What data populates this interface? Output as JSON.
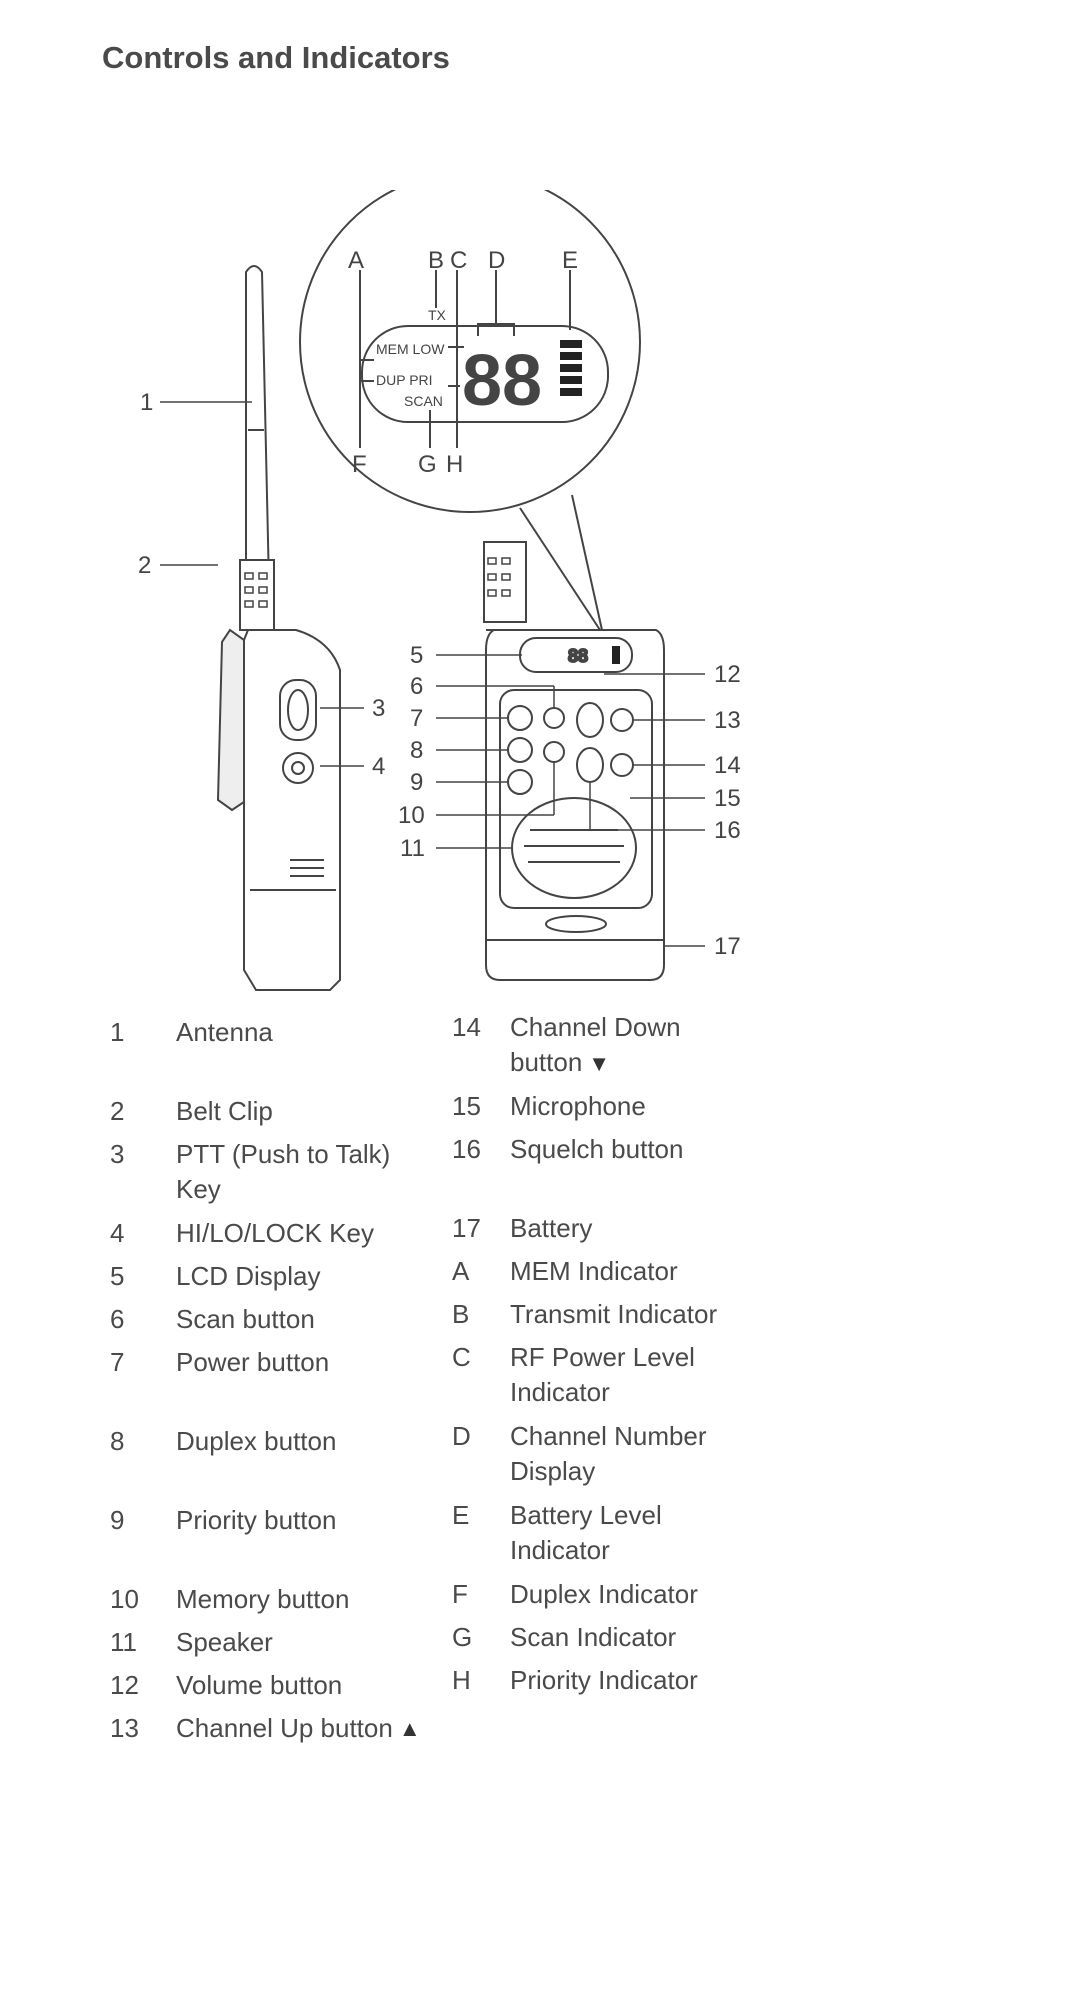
{
  "page": {
    "title": "Controls and Indicators"
  },
  "lcd": {
    "tx": "TX",
    "mem_low": "MEM LOW",
    "dup_pri": "DUP  PRI",
    "scan": "SCAN",
    "digits": "88",
    "letters": [
      "A",
      "B",
      "C",
      "D",
      "E",
      "F",
      "G",
      "H"
    ]
  },
  "callouts": {
    "left": [
      "1",
      "2",
      "3",
      "4"
    ],
    "middle": [
      "5",
      "6",
      "7",
      "8",
      "9",
      "10",
      "11"
    ],
    "right": [
      "12",
      "13",
      "14",
      "15",
      "16",
      "17"
    ]
  },
  "legend_left": [
    {
      "num": "1",
      "label": "Antenna"
    },
    {
      "num": "2",
      "label": "Belt Clip"
    },
    {
      "num": "3",
      "label": "PTT (Push to Talk) Key"
    },
    {
      "num": "4",
      "label": "HI/LO/LOCK Key"
    },
    {
      "num": "5",
      "label": "LCD Display"
    },
    {
      "num": "6",
      "label": "Scan button"
    },
    {
      "num": "7",
      "label": "Power button"
    },
    {
      "num": "8",
      "label": "Duplex button"
    },
    {
      "num": "9",
      "label": "Priority button"
    },
    {
      "num": "10",
      "label": "Memory button"
    },
    {
      "num": "11",
      "label": "Speaker"
    },
    {
      "num": "12",
      "label": "Volume button"
    },
    {
      "num": "13",
      "label": "Channel Up button",
      "icon": "up-triangle-icon"
    }
  ],
  "legend_right": [
    {
      "num": "14",
      "label": "Channel Down button",
      "icon": "down-triangle-icon"
    },
    {
      "num": "15",
      "label": "Microphone"
    },
    {
      "num": "16",
      "label": "Squelch button"
    },
    {
      "num": "17",
      "label": "Battery"
    },
    {
      "num": "A",
      "label": "MEM Indicator"
    },
    {
      "num": "B",
      "label": "Transmit Indicator"
    },
    {
      "num": "C",
      "label": "RF Power Level Indicator"
    },
    {
      "num": "D",
      "label": "Channel Number Display"
    },
    {
      "num": "E",
      "label": "Battery Level Indicator"
    },
    {
      "num": "F",
      "label": "Duplex Indicator"
    },
    {
      "num": "G",
      "label": "Scan Indicator"
    },
    {
      "num": "H",
      "label": "Priority Indicator"
    }
  ],
  "icons": {
    "up": "▲",
    "down": "▼"
  }
}
